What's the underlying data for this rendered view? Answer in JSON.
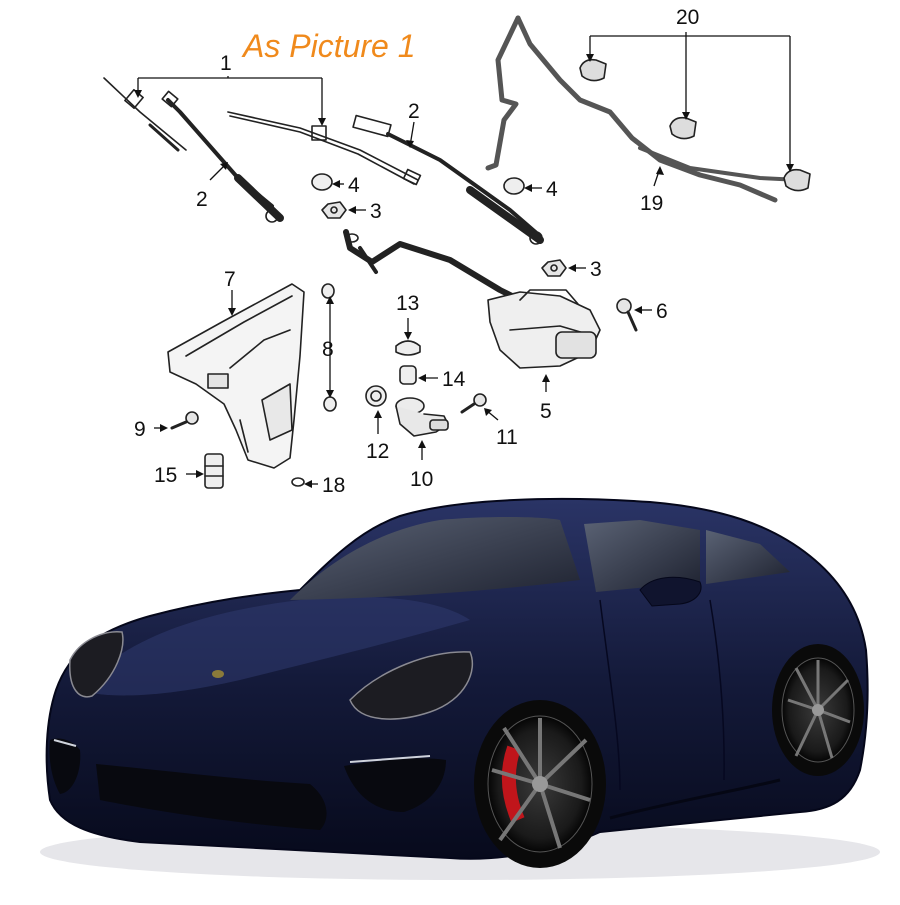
{
  "caption": "As Picture 1",
  "callouts": [
    {
      "id": "c1",
      "label": "1"
    },
    {
      "id": "c2a",
      "label": "2"
    },
    {
      "id": "c2b",
      "label": "2"
    },
    {
      "id": "c3a",
      "label": "3"
    },
    {
      "id": "c3b",
      "label": "3"
    },
    {
      "id": "c4a",
      "label": "4"
    },
    {
      "id": "c4b",
      "label": "4"
    },
    {
      "id": "c5",
      "label": "5"
    },
    {
      "id": "c6",
      "label": "6"
    },
    {
      "id": "c7",
      "label": "7"
    },
    {
      "id": "c8",
      "label": "8"
    },
    {
      "id": "c9",
      "label": "9"
    },
    {
      "id": "c10",
      "label": "10"
    },
    {
      "id": "c11",
      "label": "11"
    },
    {
      "id": "c12",
      "label": "12"
    },
    {
      "id": "c13",
      "label": "13"
    },
    {
      "id": "c14",
      "label": "14"
    },
    {
      "id": "c15",
      "label": "15"
    },
    {
      "id": "c18",
      "label": "18"
    },
    {
      "id": "c19",
      "label": "19"
    },
    {
      "id": "c20",
      "label": "20"
    }
  ],
  "colors": {
    "caption": "#f08a1c",
    "line_art": "#222222",
    "car_body": "#141a3a",
    "brake_caliper": "#c0151b"
  }
}
